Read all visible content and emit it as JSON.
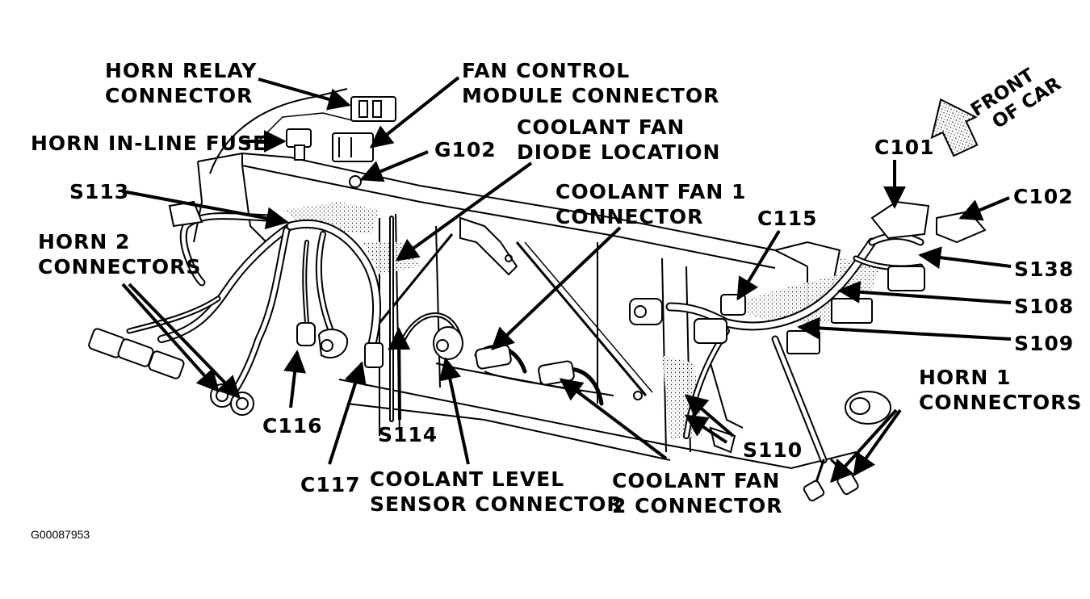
{
  "labels": {
    "horn_relay_connector": [
      "HORN RELAY",
      "CONNECTOR"
    ],
    "fan_control_module_connector": [
      "FAN CONTROL",
      "MODULE CONNECTOR"
    ],
    "horn_inline_fuse": "HORN IN-LINE FUSE",
    "coolant_fan_diode_location": [
      "COOLANT FAN",
      "DIODE LOCATION"
    ],
    "g102": "G102",
    "s113": "S113",
    "coolant_fan_1_connector": [
      "COOLANT FAN 1",
      "CONNECTOR"
    ],
    "horn_2_connectors": [
      "HORN 2",
      "CONNECTORS"
    ],
    "c115": "C115",
    "c101": "C101",
    "c102": "C102",
    "s138": "S138",
    "s108": "S108",
    "s109": "S109",
    "horn_1_connectors": [
      "HORN 1",
      "CONNECTORS"
    ],
    "c116": "C116",
    "s114": "S114",
    "c117": "C117",
    "coolant_level_sensor_connector": [
      "COOLANT LEVEL",
      "SENSOR CONNECTOR"
    ],
    "coolant_fan_2_connector": [
      "COOLANT FAN",
      "2 CONNECTOR"
    ],
    "s110": "S110",
    "front_of_car": [
      "FRONT",
      "OF CAR"
    ]
  },
  "figure_code": "G00087953"
}
